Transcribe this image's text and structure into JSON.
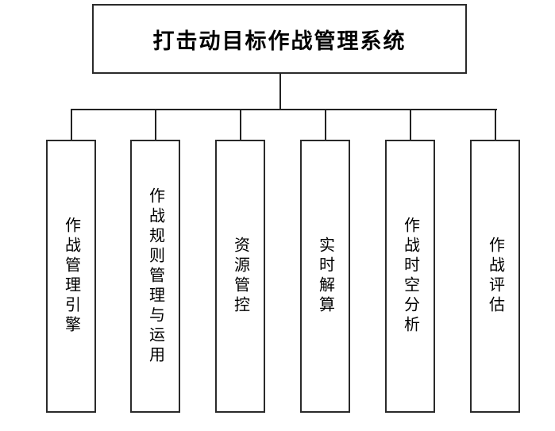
{
  "diagram": {
    "type": "hierarchy-tree",
    "root": {
      "label": "打击动目标作战管理系统"
    },
    "children": [
      {
        "label": "作战管理引擎"
      },
      {
        "label": "作战规则管理与运用"
      },
      {
        "label": "资源管控"
      },
      {
        "label": "实时解算"
      },
      {
        "label": "作战时空分析"
      },
      {
        "label": "作战评估"
      }
    ],
    "colors": {
      "line": "#222222",
      "box_border": "#2a2a2a",
      "background": "#ffffff",
      "text": "#000000"
    }
  }
}
